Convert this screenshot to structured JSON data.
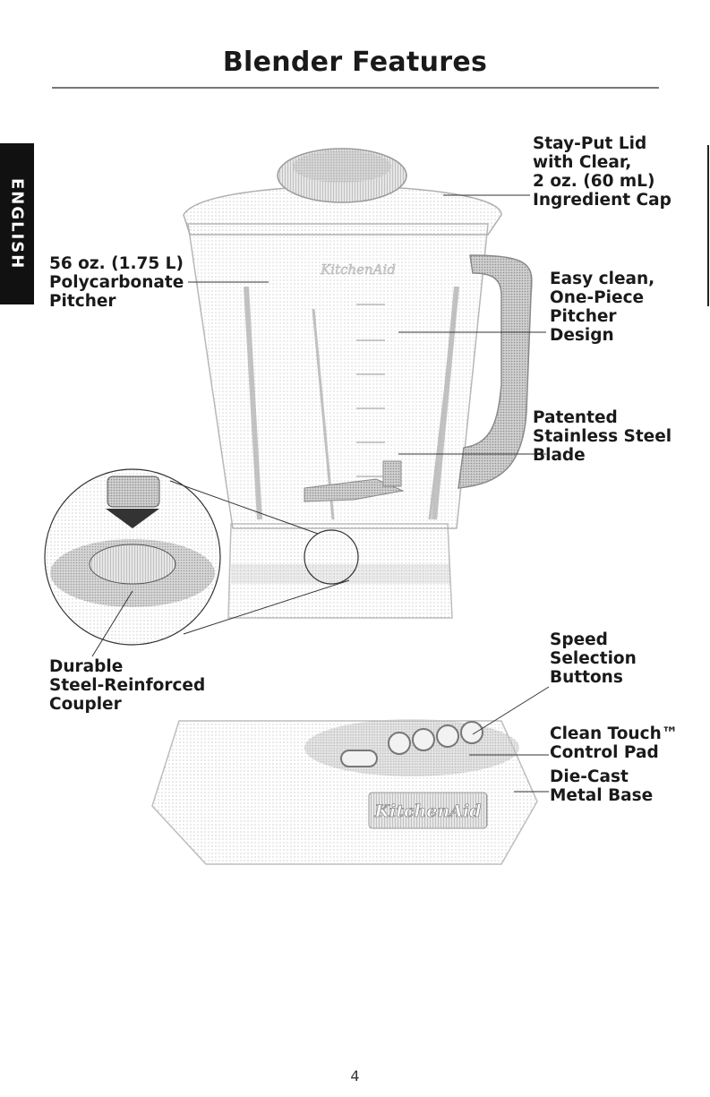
{
  "page": {
    "title": "Blender Features",
    "language_tab": "ENGLISH",
    "page_number": "4"
  },
  "brand": {
    "pitcher_logo": "KitchenAid",
    "base_logo": "KitchenAid"
  },
  "callouts": {
    "lid": "Stay-Put Lid\nwith Clear,\n2 oz. (60 mL)\nIngredient Cap",
    "pitcher": "56 oz. (1.75 L)\nPolycarbonate\nPitcher",
    "pitcher_design": "Easy clean,\nOne-Piece\nPitcher\nDesign",
    "blade": "Patented\nStainless Steel\nBlade",
    "coupler": "Durable\nSteel-Reinforced\nCoupler",
    "speed_buttons": "Speed\nSelection\nButtons",
    "control_pad": "Clean Touch™\nControl Pad",
    "base": "Die-Cast\nMetal Base"
  },
  "colors": {
    "text": "#1a1a1a",
    "tab_bg": "#111111",
    "outline": "#9a9a9a",
    "handle": "#8c8c8c"
  }
}
